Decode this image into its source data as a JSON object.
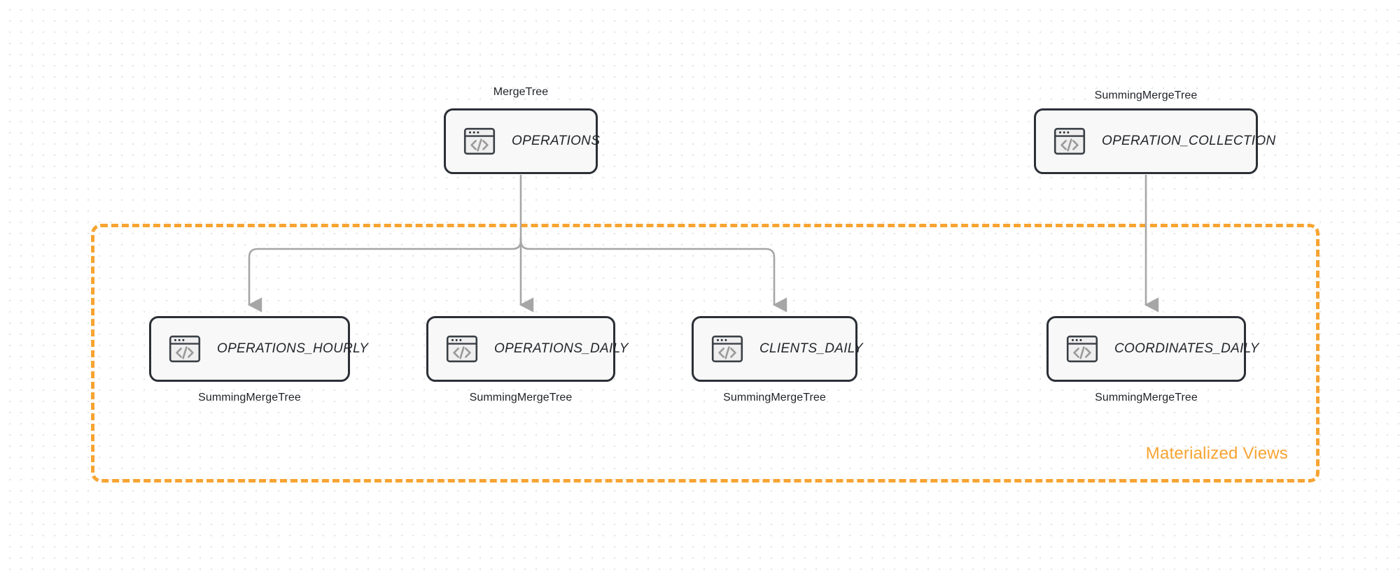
{
  "diagram": {
    "title": "ClickHouse table and materialized view lineage",
    "colors": {
      "accent_orange": "#f7a432",
      "node_border": "#2b2f36",
      "node_fill": "#f7f8f7",
      "arrow_gray": "#a6a6a6",
      "grid_dot": "#e2e2e2",
      "background": "#ffffff"
    },
    "group": {
      "label": "Materialized Views",
      "style": "dashed-orange-rounded-rect"
    },
    "icons": {
      "node_icon": "code-window-icon"
    },
    "sources": [
      {
        "id": "operations",
        "name": "OPERATIONS",
        "engine": "MergeTree",
        "engine_position": "above"
      },
      {
        "id": "operation_collection",
        "name": "OPERATION_COLLECTION",
        "engine": "SummingMergeTree",
        "engine_position": "above"
      }
    ],
    "views": [
      {
        "id": "operations_hourly",
        "name": "OPERATIONS_HOURLY",
        "engine": "SummingMergeTree",
        "engine_position": "below",
        "parent": "OPERATIONS"
      },
      {
        "id": "operations_daily",
        "name": "OPERATIONS_DAILY",
        "engine": "SummingMergeTree",
        "engine_position": "below",
        "parent": "OPERATIONS"
      },
      {
        "id": "clients_daily",
        "name": "CLIENTS_DAILY",
        "engine": "SummingMergeTree",
        "engine_position": "below",
        "parent": "OPERATIONS"
      },
      {
        "id": "coordinates_daily",
        "name": "COORDINATES_DAILY",
        "engine": "SummingMergeTree",
        "engine_position": "below",
        "parent": "OPERATION_COLLECTION"
      }
    ],
    "edges": [
      {
        "from": "OPERATIONS",
        "to": "OPERATIONS_HOURLY",
        "style": "elbow-left-arrow"
      },
      {
        "from": "OPERATIONS",
        "to": "OPERATIONS_DAILY",
        "style": "straight-arrow"
      },
      {
        "from": "OPERATIONS",
        "to": "CLIENTS_DAILY",
        "style": "elbow-right-arrow"
      },
      {
        "from": "OPERATION_COLLECTION",
        "to": "COORDINATES_DAILY",
        "style": "straight-arrow"
      }
    ]
  }
}
